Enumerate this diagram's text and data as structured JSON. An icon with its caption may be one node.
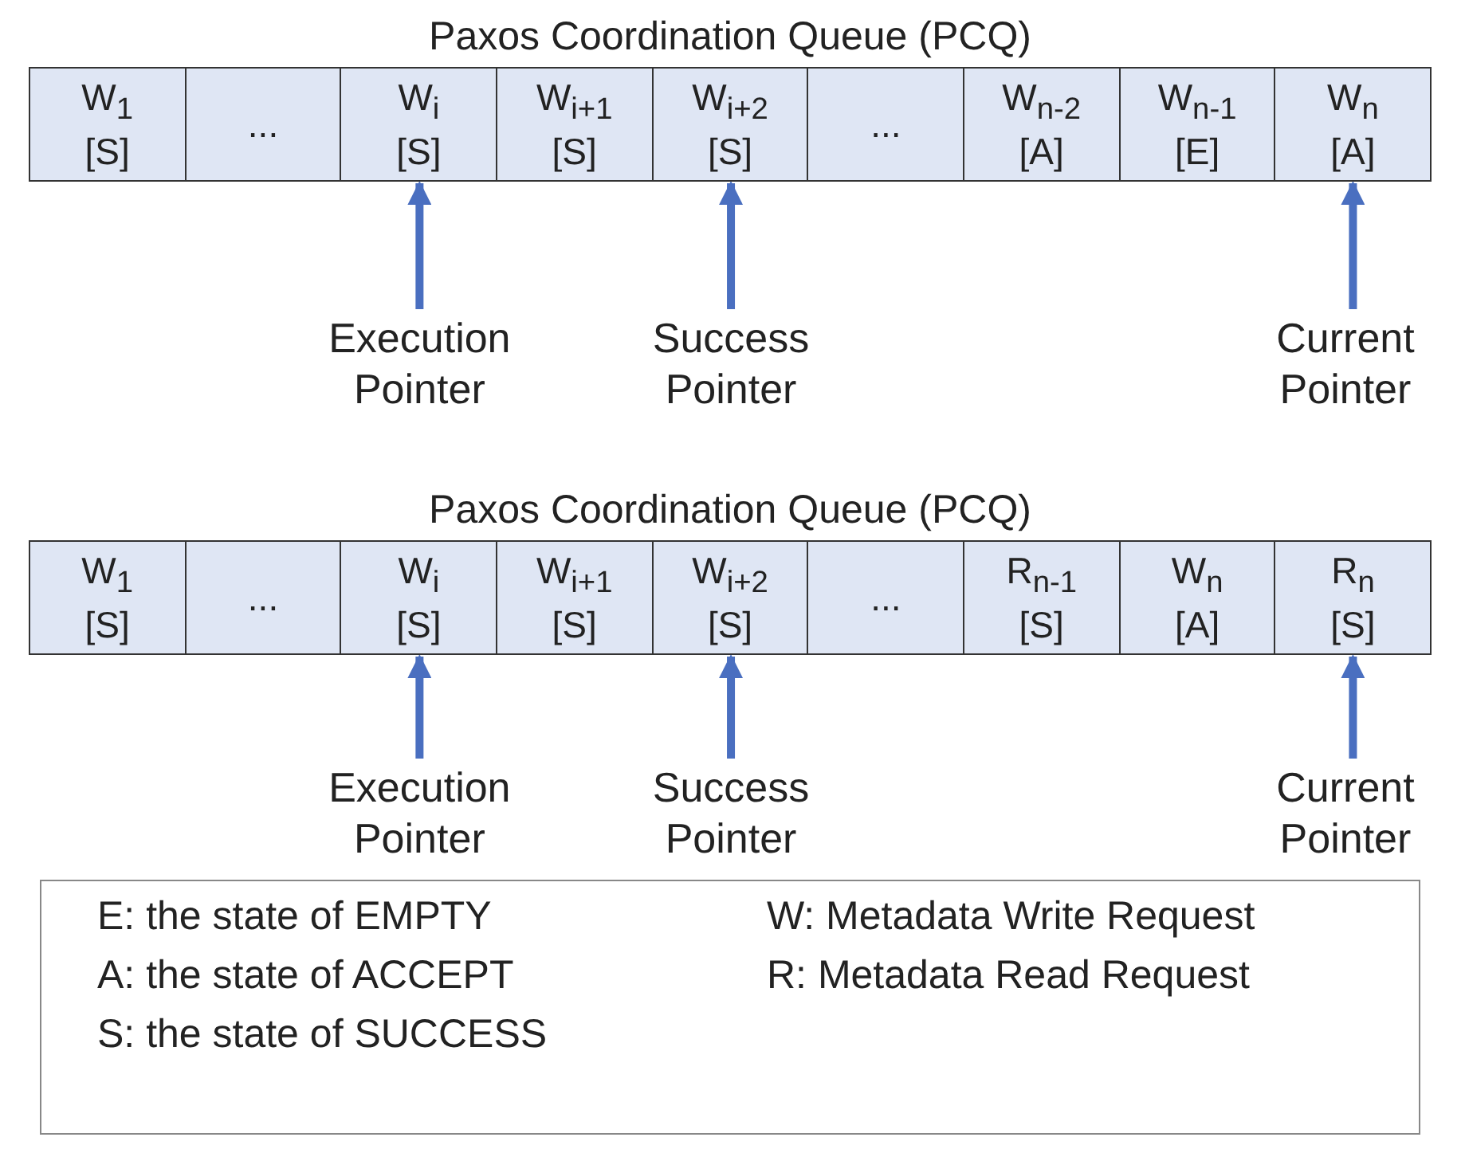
{
  "diagram": {
    "nodes": [
      {
        "text": [
          "Paxos Coordination Queue (PCQ)"
        ]
      },
      {
        "text": [
          "W$_{1}$",
          "[S]"
        ],
        "in": 0
      },
      {
        "text": [
          "..."
        ],
        "in": 0
      },
      {
        "text": [
          "W$_{i}$",
          "[S]"
        ],
        "in": 0
      },
      {
        "text": [
          "W$_{i+1}$",
          "[S]"
        ],
        "in": 0
      },
      {
        "text": [
          "W$_{i+2}$",
          "[S]"
        ],
        "in": 0
      },
      {
        "text": [
          "..."
        ],
        "in": 0
      },
      {
        "text": [
          "W$_{n-2}$",
          "[A]"
        ],
        "in": 0
      },
      {
        "text": [
          "W$_{n-1}$",
          "[E]"
        ],
        "in": 0
      },
      {
        "text": [
          "W$_{n}$",
          "[A]"
        ],
        "in": 0
      },
      {
        "text": [
          "Execution Pointer"
        ]
      },
      {
        "text": [
          "Success Pointer"
        ]
      },
      {
        "text": [
          "Current Pointer"
        ]
      },
      {
        "text": [
          "Paxos Coordination Queue (PCQ)"
        ]
      },
      {
        "text": [
          "W$_{1}$",
          "[S]"
        ],
        "in": 13
      },
      {
        "text": [
          "..."
        ],
        "in": 13
      },
      {
        "text": [
          "W$_{i}$",
          "[S]"
        ],
        "in": 13
      },
      {
        "text": [
          "W$_{i+1}$",
          "[S]"
        ],
        "in": 13
      },
      {
        "text": [
          "W$_{i+2}$",
          "[S]"
        ],
        "in": 13
      },
      {
        "text": [
          "..."
        ],
        "in": 13
      },
      {
        "text": [
          "R$_{n-1}$",
          "[S]"
        ],
        "in": 13
      },
      {
        "text": [
          "W$_{n}$",
          "[A]"
        ],
        "in": 13
      },
      {
        "text": [
          "R$_{n}$",
          "[S]"
        ],
        "in": 13
      },
      {
        "text": [
          "Execution Pointer"
        ]
      },
      {
        "text": [
          "Success Pointer"
        ]
      },
      {
        "text": [
          "Current Pointer"
        ]
      },
      {
        "text": [
          "E:  the state of EMPTY",
          "A:  the state of ACCEPT",
          "S:  the state of SUCCESS",
          "W: Metadata Write Request",
          "R: Metadata Read Request"
        ]
      }
    ],
    "edges": [
      {
        "from": 10,
        "to": 3,
        "arrow": "to"
      },
      {
        "from": 11,
        "to": 5,
        "arrow": "to"
      },
      {
        "from": 12,
        "to": 9,
        "arrow": "to"
      },
      {
        "from": 23,
        "to": 16,
        "arrow": "to"
      },
      {
        "from": 24,
        "to": 18,
        "arrow": "to"
      },
      {
        "from": 25,
        "to": 22,
        "arrow": "to"
      }
    ]
  }
}
